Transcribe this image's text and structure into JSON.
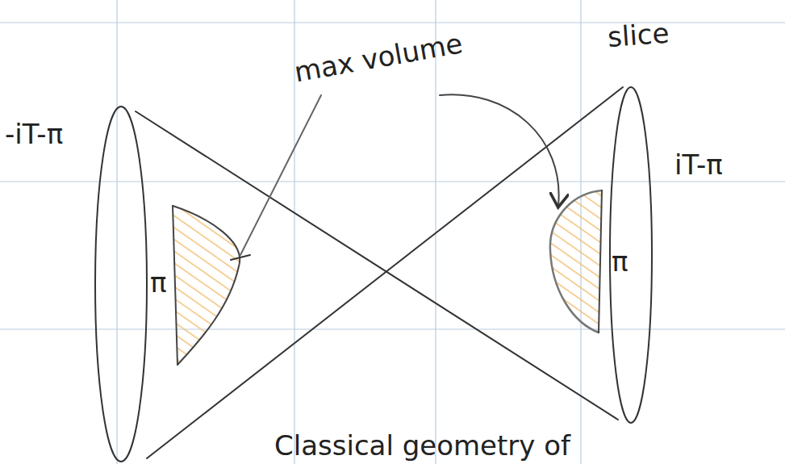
{
  "diagram": {
    "labels": [
      "slice",
      "max volume",
      "-iT-π",
      "iT-π",
      "π",
      "π",
      "Classical geometry of"
    ]
  }
}
